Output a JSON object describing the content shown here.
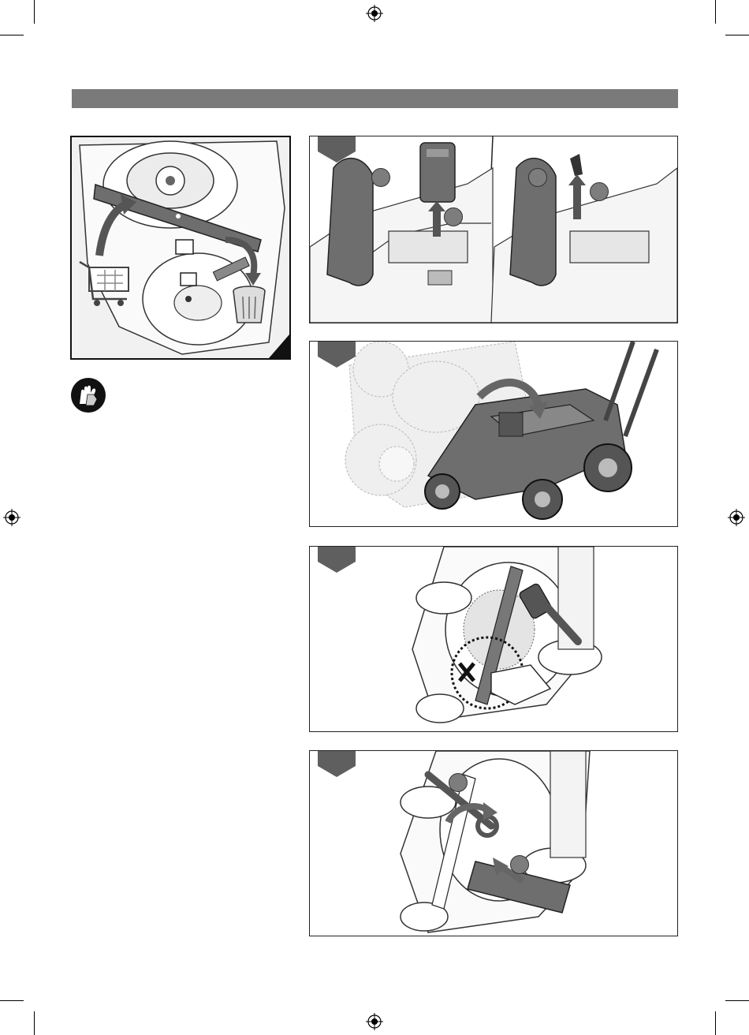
{
  "colors": {
    "header_bar": "#7a7a7a",
    "tab_fill": "#5f5f5f",
    "part_gray": "#6e6e6e",
    "outline": "#222222"
  },
  "header": {
    "title": ""
  },
  "glove_note": {
    "icon": "gloves-icon",
    "text": ""
  },
  "panels": [
    {
      "id": "remove-key",
      "step_label": ""
    },
    {
      "id": "tilt-mower",
      "step_label": ""
    },
    {
      "id": "clean-deck",
      "step_label": ""
    },
    {
      "id": "remove-blade",
      "step_label": ""
    }
  ],
  "icons": [
    "registration-mark-icon",
    "shopping-cart-icon",
    "trash-can-icon",
    "gloves-icon",
    "brush-icon",
    "wrench-icon"
  ]
}
